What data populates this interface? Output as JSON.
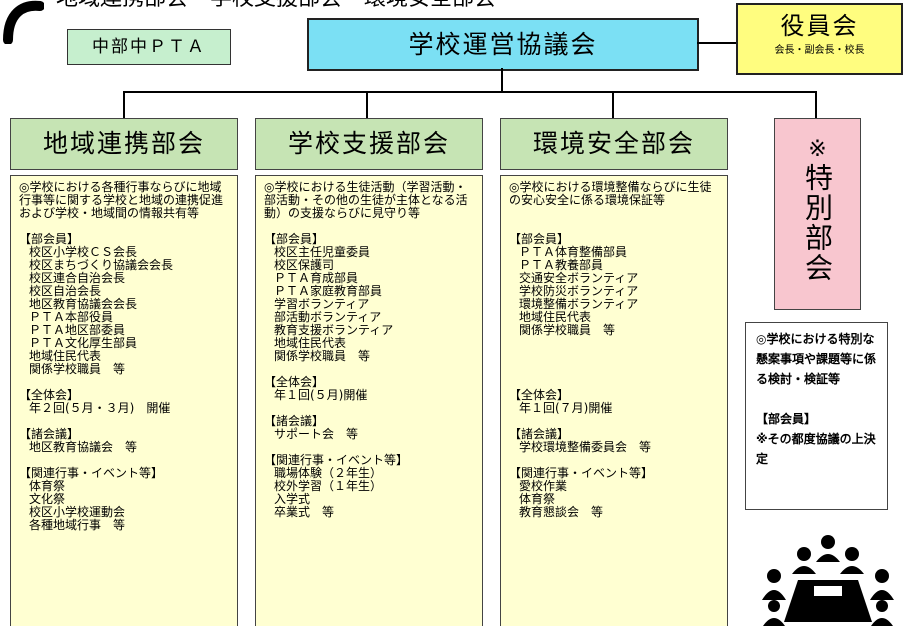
{
  "page_title": "地域連携部会・学校支援部会・環境安全部会",
  "org_badge": "中部中ＰＴＡ",
  "council": "学校運営協議会",
  "officers": {
    "title": "役員会",
    "members": "会長・副会長・校長"
  },
  "departments": [
    {
      "title": "地域連携部会",
      "purpose": "◎学校における各種行事ならびに地域行事等に関する学校と地域の連携促進および学校・地域間の情報共有等",
      "members_heading": "【部会員】",
      "members": [
        "校区小学校ＣＳ会長",
        "校区まちづくり協議会会長",
        "校区連合自治会長",
        "校区自治会長",
        "地区教育協議会会長",
        "ＰＴＡ本部役員",
        "ＰＴＡ地区部委員",
        "ＰＴＡ文化厚生部員",
        "地域住民代表",
        "関係学校職員　等"
      ],
      "general_heading": "【全体会】",
      "general": "年２回(５月・３月)　開催",
      "council_heading": "【諸会議】",
      "councils": [
        "地区教育協議会　等"
      ],
      "events_heading": "【関連行事・イベント等】",
      "events": [
        "体育祭",
        "文化祭",
        "校区小学校運動会",
        "各種地域行事　等"
      ]
    },
    {
      "title": "学校支援部会",
      "purpose": "◎学校における生徒活動（学習活動・部活動・その他の生徒が主体となる活動）の支援ならびに見守り等",
      "members_heading": "【部会員】",
      "members": [
        "校区主任児童委員",
        "校区保護司",
        "ＰＴＡ育成部員",
        "ＰＴＡ家庭教育部員",
        "学習ボランティア",
        "部活動ボランティア",
        "教育支援ボランティア",
        "地域住民代表",
        "関係学校職員　等"
      ],
      "general_heading": "【全体会】",
      "general": "年１回(５月)開催",
      "council_heading": "【諸会議】",
      "councils": [
        "サポート会　等"
      ],
      "events_heading": "【関連行事・イベント等】",
      "events": [
        "職場体験（２年生）",
        "校外学習（１年生）",
        "入学式",
        "卒業式　等"
      ]
    },
    {
      "title": "環境安全部会",
      "purpose": "◎学校における環境整備ならびに生徒の安心安全に係る環境保証等",
      "members_heading": "【部会員】",
      "members": [
        "ＰＴＡ体育整備部員",
        "ＰＴＡ教養部員",
        "交通安全ボランティア",
        "学校防災ボランティア",
        "環境整備ボランティア",
        "地域住民代表",
        "関係学校職員　等"
      ],
      "general_heading": "【全体会】",
      "general": "年１回(７月)開催",
      "council_heading": "【諸会議】",
      "councils": [
        "学校環境整備委員会　等"
      ],
      "events_heading": "【関連行事・イベント等】",
      "events": [
        "愛校作業",
        "体育祭",
        "教育懇談会　等"
      ]
    }
  ],
  "special": {
    "mark": "※",
    "title": "特別部会",
    "purpose": "◎学校における特別な懸案事項や課題等に係る検討・検証等",
    "members_heading": "【部会員】",
    "members_note": "※その都度協議の上決定"
  },
  "colors": {
    "council": "#7be0f4",
    "officers": "#fffd7f",
    "org_badge": "#c6efce",
    "dept_header": "#c6e4b4",
    "dept_body": "#ffffd2",
    "special": "#f8c6cf"
  },
  "icons": {
    "title_decoration": "curve-icon",
    "meeting": "meeting-people-icon"
  }
}
